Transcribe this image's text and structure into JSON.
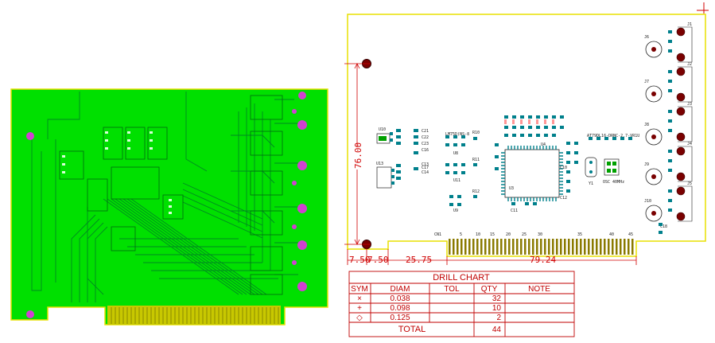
{
  "drill_chart": {
    "title": "DRILL CHART",
    "headers": [
      "SYM",
      "DIAM",
      "TOL",
      "QTY",
      "NOTE"
    ],
    "rows": [
      {
        "sym": "×",
        "diam": "0.038",
        "tol": "",
        "qty": "32",
        "note": ""
      },
      {
        "sym": "+",
        "diam": "0.098",
        "tol": "",
        "qty": "10",
        "note": ""
      },
      {
        "sym": "◇",
        "diam": "0.125",
        "tol": "",
        "qty": "2",
        "note": ""
      }
    ],
    "total_label": "TOTAL",
    "total_qty": "44"
  },
  "dimensions": {
    "height": "76.00",
    "left_a": "7.50",
    "left_b": "7.50",
    "mid": "25.75",
    "connector": "79.24"
  },
  "labels": {
    "connector_ref": "CN1",
    "chip1": "LM75D(NS-8",
    "chip2": "AT79DL16-DRNC-2.7-VR1U",
    "osc": "OSC 40MHz",
    "pins": [
      "5",
      "10",
      "15",
      "20",
      "25",
      "30",
      "35",
      "40",
      "45"
    ],
    "parts": [
      "U10",
      "U13",
      "U8",
      "U11",
      "U9",
      "C16",
      "C17",
      "C18",
      "C21",
      "C22",
      "C23",
      "C13",
      "C14",
      "R10",
      "R11",
      "R12",
      "U3",
      "U4",
      "C10",
      "C11",
      "C12",
      "Y1",
      "J1",
      "J2",
      "J3",
      "J4",
      "J5",
      "J6",
      "J7",
      "J8",
      "J9",
      "J10"
    ]
  },
  "colors": {
    "board_outline": "#e8e000",
    "copper": "#00e000",
    "pad_teal": "#00808c",
    "via_magenta": "#d040d0",
    "dimension": "#d00000"
  }
}
